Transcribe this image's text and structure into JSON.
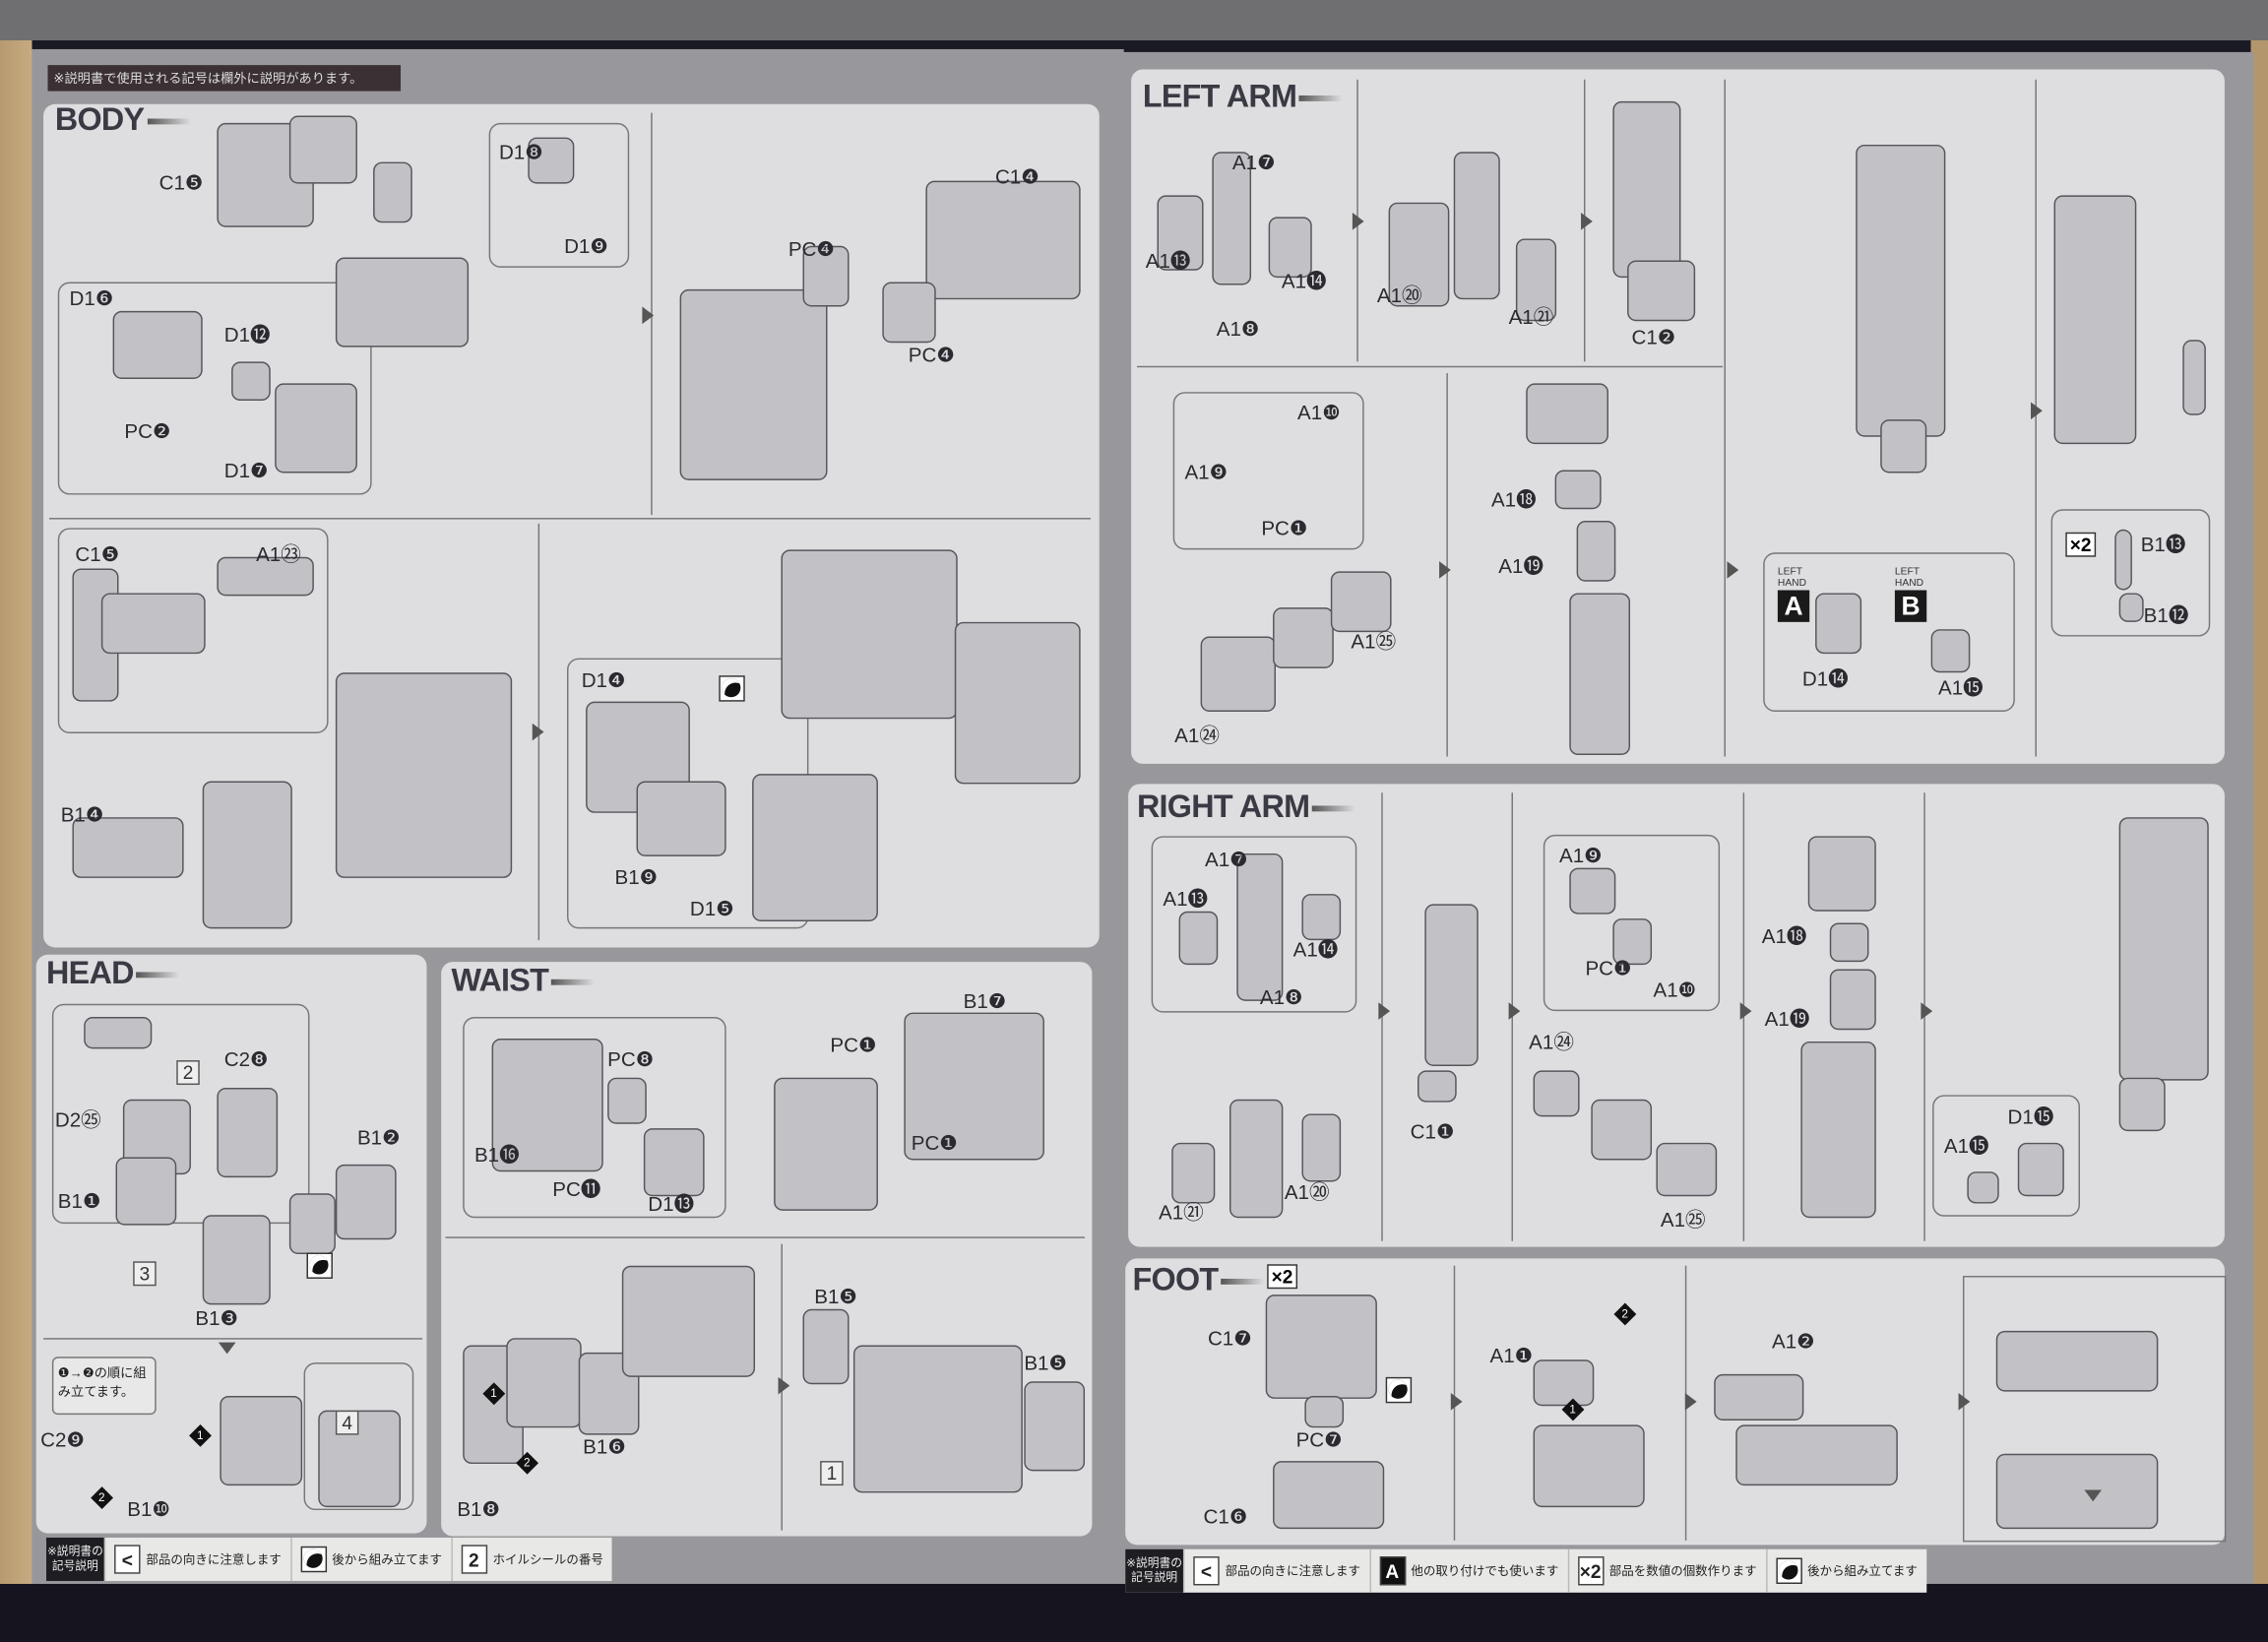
{
  "header_note": "※説明書で使用される記号は欄外に説明があります。",
  "sections": {
    "body": {
      "title": "BODY",
      "labels": [
        "C1❺",
        "D1❽",
        "D1❾",
        "D1❻",
        "D1⓬",
        "PC❷",
        "D1❼",
        "C1❹",
        "PC❹",
        "PC❹",
        "C1❺",
        "A1㉓",
        "B1❹",
        "D1❹",
        "B1❾",
        "D1❺"
      ]
    },
    "head": {
      "title": "HEAD",
      "labels": [
        "D2㉕",
        "C2❽",
        "B1❶",
        "B1❷",
        "B1❸",
        "C2❾",
        "B1❿"
      ],
      "seals": [
        "2",
        "3",
        "4"
      ],
      "note": "❶→❷の順に組み立てます。",
      "steps": [
        "1",
        "2"
      ]
    },
    "waist": {
      "title": "WAIST",
      "labels": [
        "PC❽",
        "B1⓰",
        "PC⓫",
        "D1⓭",
        "PC❶",
        "B1❼",
        "PC❶",
        "B1❽",
        "B1❻",
        "B1❺",
        "B1❺"
      ],
      "seals": [
        "1"
      ],
      "steps": [
        "1",
        "2"
      ]
    },
    "left_arm": {
      "title": "LEFT ARM",
      "labels": [
        "A1❼",
        "A1⓭",
        "A1⓮",
        "A1❽",
        "A1⑳",
        "A1㉑",
        "C1❷",
        "A1❿",
        "A1❾",
        "PC❶",
        "A1㉕",
        "A1㉔",
        "A1⓲",
        "A1⓳",
        "D1⓮",
        "A1⓯",
        "B1⓭",
        "B1⓬"
      ],
      "hand_a": {
        "caption": "LEFT HAND",
        "letter": "A"
      },
      "hand_b": {
        "caption": "LEFT HAND",
        "letter": "B"
      },
      "multiplier": "×2"
    },
    "right_arm": {
      "title": "RIGHT ARM",
      "labels": [
        "A1❼",
        "A1⓭",
        "A1⓮",
        "A1❽",
        "A1㉑",
        "A1⑳",
        "C1❶",
        "A1❾",
        "PC❶",
        "A1❿",
        "A1㉔",
        "A1㉕",
        "A1⓲",
        "A1⓳",
        "D1⓯",
        "A1⓯"
      ]
    },
    "foot": {
      "title": "FOOT",
      "multiplier": "×2",
      "labels": [
        "C1❼",
        "PC❼",
        "C1❻",
        "A1❶",
        "A1❷"
      ],
      "steps": [
        "2",
        "1"
      ]
    }
  },
  "legend_left": {
    "heading": "※説明書の記号説明",
    "items": [
      {
        "symbol": "<",
        "text": "部品の向きに注意します"
      },
      {
        "symbol": "",
        "text": "後から組み立てます"
      },
      {
        "symbol": "2",
        "text": "ホイルシールの番号"
      }
    ]
  },
  "legend_right": {
    "heading": "※説明書の記号説明",
    "items": [
      {
        "symbol": "<",
        "text": "部品の向きに注意します"
      },
      {
        "symbol": "A",
        "text": "他の取り付けでも使います"
      },
      {
        "symbol": "×2",
        "text": "部品を数値の個数作ります"
      },
      {
        "symbol": "",
        "text": "後から組み立てます"
      }
    ]
  }
}
